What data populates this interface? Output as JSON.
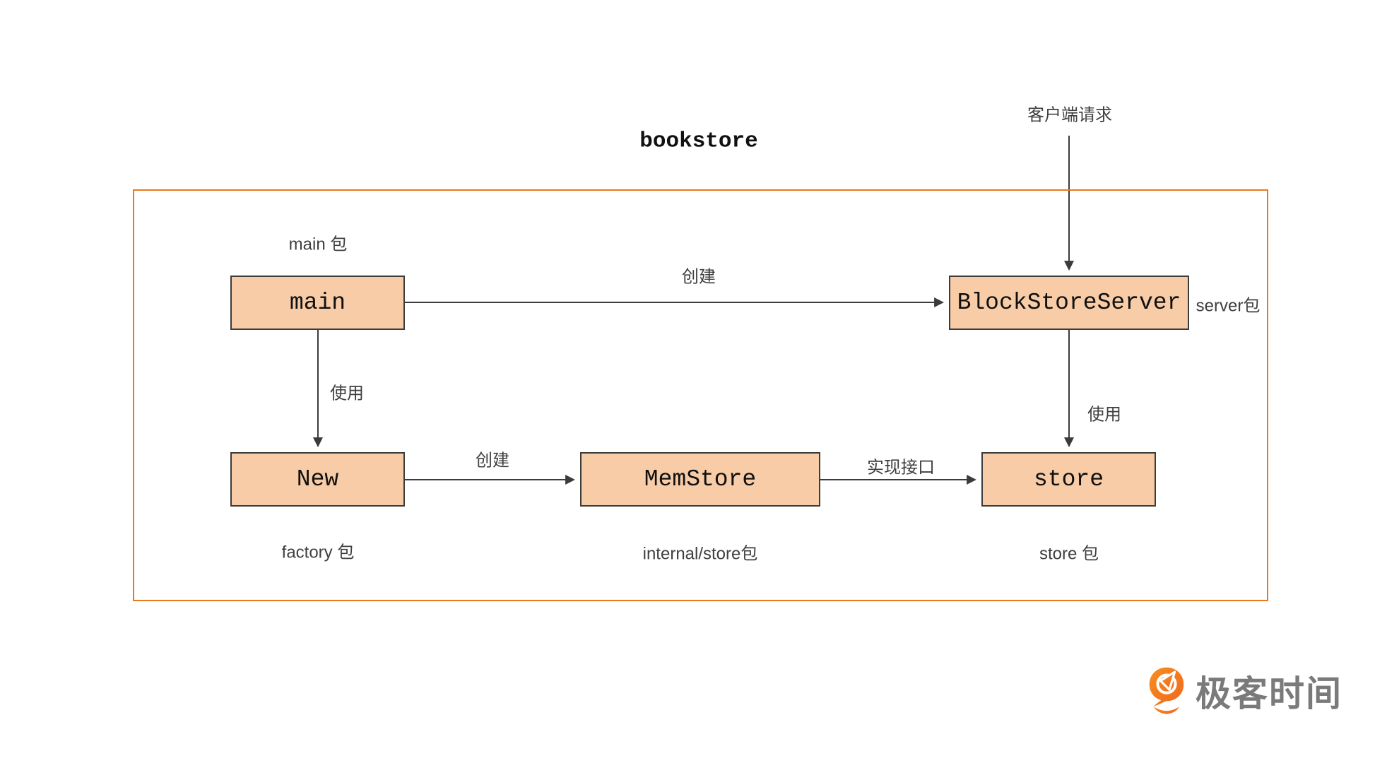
{
  "diagram": {
    "title": "bookstore",
    "client_request_label": "客户端请求",
    "nodes": {
      "main": {
        "label": "main"
      },
      "block_store_server": {
        "label": "BlockStoreServer"
      },
      "new": {
        "label": "New"
      },
      "mem_store": {
        "label": "MemStore"
      },
      "store": {
        "label": "store"
      }
    },
    "package_labels": {
      "main_pkg": "main 包",
      "server_pkg": "server包",
      "factory_pkg": "factory 包",
      "internal_store_pkg": "internal/store包",
      "store_pkg": "store 包"
    },
    "edge_labels": {
      "create_top": "创建",
      "use_left": "使用",
      "create_bottom": "创建",
      "implement_interface": "实现接口",
      "use_right": "使用"
    },
    "edges": [
      {
        "from": "客户端请求",
        "to": "BlockStoreServer",
        "label": ""
      },
      {
        "from": "main",
        "to": "BlockStoreServer",
        "label": "创建"
      },
      {
        "from": "main",
        "to": "New",
        "label": "使用"
      },
      {
        "from": "New",
        "to": "MemStore",
        "label": "创建"
      },
      {
        "from": "MemStore",
        "to": "store",
        "label": "实现接口"
      },
      {
        "from": "BlockStoreServer",
        "to": "store",
        "label": "使用"
      }
    ]
  },
  "logo": {
    "text": "极客时间"
  },
  "colors": {
    "node_fill": "#F8CCA6",
    "node_border": "#3C3C3C",
    "container_border": "#E8791E",
    "arrow": "#3B3B3B",
    "label_text": "#3F3F3F",
    "title_text": "#111111",
    "logo_orange": "#F57A1F",
    "logo_text": "#7A7A7A"
  }
}
